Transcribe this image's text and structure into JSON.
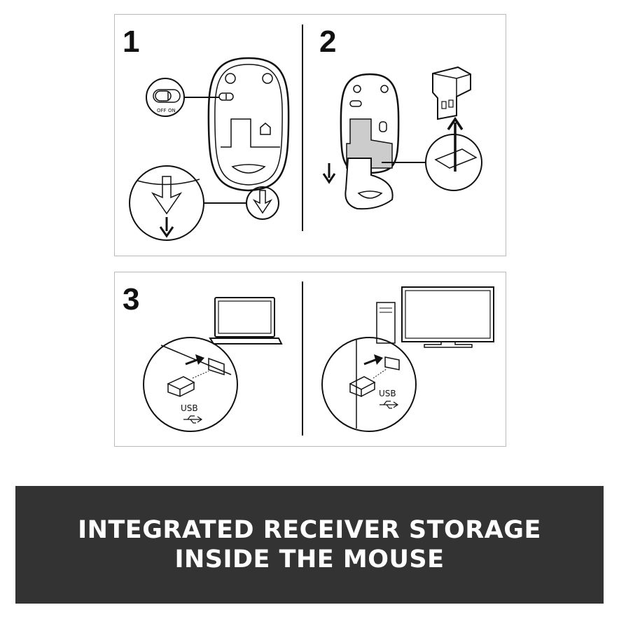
{
  "steps": [
    {
      "number": "1",
      "switch_labels": {
        "off": "OFF",
        "on": "ON"
      }
    },
    {
      "number": "2"
    },
    {
      "number": "3",
      "laptop_port_label": "USB",
      "desktop_port_label": "USB"
    }
  ],
  "banner": {
    "line1": "INTEGRATED RECEIVER STORAGE",
    "line2": "INSIDE THE MOUSE"
  },
  "colors": {
    "banner_bg": "#333333",
    "banner_text": "#ffffff",
    "tray_fill": "#cccccc"
  }
}
